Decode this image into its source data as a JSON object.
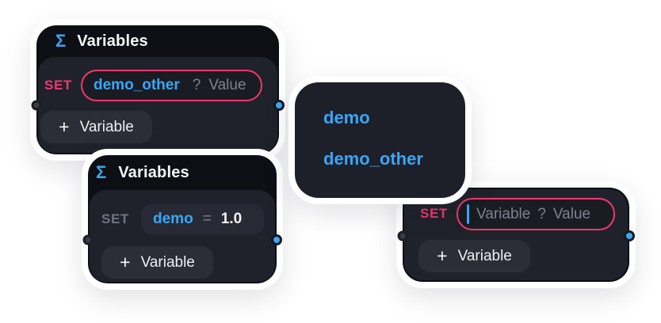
{
  "node_top": {
    "sigma": "Σ",
    "title": "Variables",
    "set_label": "SET",
    "input": {
      "name": "demo_other",
      "question": "?",
      "value_placeholder": "Value"
    },
    "add_button": {
      "plus": "+",
      "label": "Variable"
    }
  },
  "node_middle": {
    "sigma": "Σ",
    "title": "Variables",
    "set_label": "SET",
    "input": {
      "name": "demo",
      "equals": "=",
      "value": "1.0"
    },
    "add_button": {
      "plus": "+",
      "label": "Variable"
    }
  },
  "node_right": {
    "set_label": "SET",
    "input": {
      "name_placeholder": "Variable",
      "question": "?",
      "value_placeholder": "Value"
    },
    "add_button": {
      "plus": "+",
      "label": "Variable"
    }
  },
  "dropdown": {
    "items": [
      {
        "label": "demo"
      },
      {
        "label": "demo_other"
      }
    ]
  },
  "colors": {
    "canvas_background": "#ffffff",
    "node_header_bg": "#0e0f15",
    "node_body_bg": "#20222b",
    "accent_blue": "#3aa6f5",
    "accent_pink": "#f1386e",
    "muted_text": "#7c8190",
    "white_text": "#f2f3f6"
  }
}
